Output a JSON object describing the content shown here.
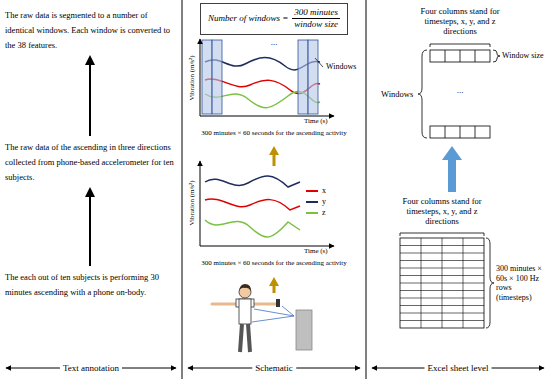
{
  "diagram": {
    "nodes": [
      {
        "text": [
          "The raw data is segmented to a number of identical windows. Each window is converted to the 38 features."
        ]
      },
      {
        "text": [
          "The raw data of the ascending in three directions collected from phone-based accelerometer for ten subjects."
        ]
      },
      {
        "text": [
          "The each out of ten subjects is performing 30 minutes ascending with a phone on-body."
        ]
      },
      {
        "text": [
          "Number of windows =",
          "300 minutes",
          "window size"
        ]
      }
    ],
    "edges": [
      {
        "from": 2,
        "to": 1,
        "arrow": "to"
      },
      {
        "from": 1,
        "to": 0,
        "arrow": "to"
      }
    ],
    "labels": [
      "Windows",
      "...",
      "Vibration (m/s²)",
      "Time (s)",
      "300 minutes × 60 seconds for the ascending activity",
      "Vibration (m/s²)",
      "Time (s)",
      "300 minutes × 60 seconds for the ascending activity",
      "Four columns stand for timesteps, x, y, and z directions",
      "Windows",
      "Window size",
      "...",
      "Four columns stand for timesteps, x, y, and z directions",
      "300 minutes × 60s × 100 Hz rows (timesteps)",
      "Text annotation",
      "Schematic",
      "Excel sheet level"
    ],
    "legend": [
      {
        "text": "x"
      },
      {
        "text": "y"
      },
      {
        "text": "z"
      }
    ]
  }
}
